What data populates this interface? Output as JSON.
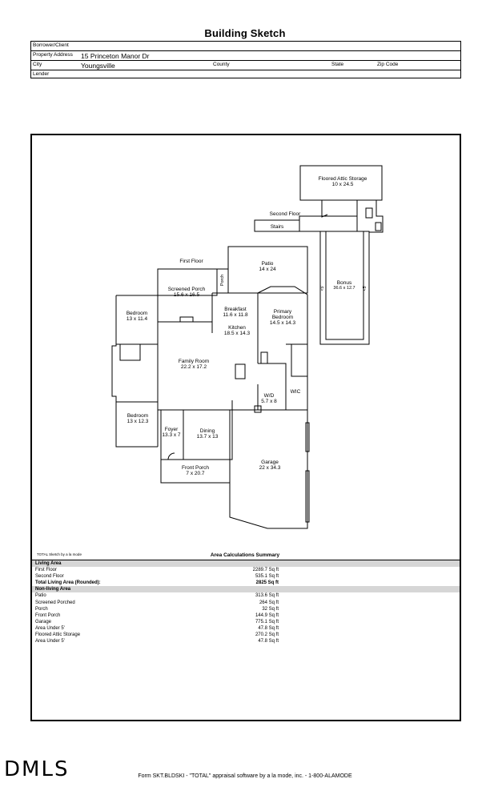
{
  "header": {
    "title": "Building Sketch",
    "borrower_label": "Borrower/Client",
    "address_label": "Property Address",
    "address_value": "15 Princeton Manor Dr",
    "city_label": "City",
    "city_value": "Youngsville",
    "county_label": "County",
    "state_label": "State",
    "zip_label": "Zip Code",
    "lender_label": "Lender"
  },
  "plan": {
    "second_floor_label": "Second Floor",
    "first_floor_label": "First Floor",
    "stairs": "Stairs",
    "under5_a": "<5'",
    "under5_b": "<5'",
    "rooms": {
      "attic_name": "Floored Attic Storage",
      "attic_dim": "10 x 24.5",
      "bonus_name": "Bonus",
      "bonus_dim": "36.6 x 12.7",
      "patio_name": "Patio",
      "patio_dim": "14 x 24",
      "porch_name": "Porch",
      "screened_name": "Screened Porch",
      "screened_dim": "15.6 x 16.5",
      "bed1_name": "Bedroom",
      "bed1_dim": "13 x 11.4",
      "breakfast_name": "Breakfast",
      "breakfast_dim": "11.6 x 11.8",
      "primary_name1": "Primary",
      "primary_name2": "Bedroom",
      "primary_dim": "14.5 x 14.3",
      "kitchen_name": "Kitchen",
      "kitchen_dim": "18.5 x 14.3",
      "family_name": "Family Room",
      "family_dim": "22.2 x 17.2",
      "wd_name": "W/D",
      "wd_dim": "5.7 x 8",
      "wic_name": "WIC",
      "bed2_name": "Bedroom",
      "bed2_dim": "13 x 12.3",
      "foyer_name": "Foyer",
      "foyer_dim": "13.3 x 7",
      "dining_name": "Dining",
      "dining_dim": "13.7 x 13",
      "garage_name": "Garage",
      "garage_dim": "22 x 34.3",
      "front_porch_name": "Front Porch",
      "front_porch_dim": "7 x 20.7"
    }
  },
  "sketch_credit": "TOTAL Sketch by a la mode",
  "summary": {
    "title": "Area Calculations Summary",
    "living_header": "Living Area",
    "living": [
      {
        "name": "First Floor",
        "value": "2289.7 Sq ft"
      },
      {
        "name": "Second Floor",
        "value": "535.1 Sq ft"
      }
    ],
    "total_label": "Total Living Area (Rounded):",
    "total_value": "2825 Sq ft",
    "nonliving_header": "Non-living Area",
    "nonliving": [
      {
        "name": "Patio",
        "value": "313.6 Sq ft"
      },
      {
        "name": "Screened Porched",
        "value": "264 Sq ft"
      },
      {
        "name": "Porch",
        "value": "32 Sq ft"
      },
      {
        "name": "Front Porch",
        "value": "144.9 Sq ft"
      },
      {
        "name": "Garage",
        "value": "775.1 Sq ft"
      },
      {
        "name": "Area Under 5'",
        "value": "47.8 Sq ft"
      },
      {
        "name": "Floored Attic Storage",
        "value": "270.2 Sq ft"
      },
      {
        "name": "Area Under 5'",
        "value": "47.8 Sq ft"
      }
    ]
  },
  "logo": "DMLS",
  "footer": "Form SKT.BLDSKI - \"TOTAL\" appraisal software by a la mode, inc. - 1-800-ALAMODE"
}
